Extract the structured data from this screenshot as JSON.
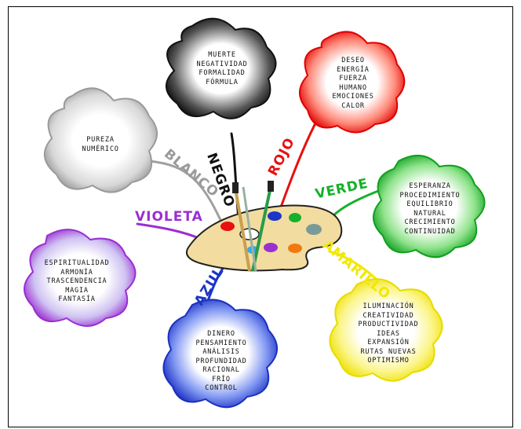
{
  "branches": {
    "negro": {
      "label": "NEGRO",
      "color": "#1a1a1a",
      "items": [
        "MUERTE",
        "NEGATIVIDAD",
        "FORMALIDAD",
        "FÓRMULA"
      ]
    },
    "rojo": {
      "label": "ROJO",
      "color": "#e81010",
      "items": [
        "DESEO",
        "ENERGÍA",
        "FUERZA",
        "HUMANO",
        "EMOCIONES",
        "CALOR"
      ]
    },
    "blanco": {
      "label": "BLANCO",
      "color": "#9a9a9a",
      "items": [
        "PUREZA",
        "NUMÉRICO"
      ]
    },
    "verde": {
      "label": "VERDE",
      "color": "#16b02a",
      "items": [
        "ESPERANZA",
        "PROCEDIMIENTO",
        "EQUILIBRIO",
        "NATURAL",
        "CRECIMIENTO",
        "CONTINUIDAD"
      ]
    },
    "violeta": {
      "label": "VIOLETA",
      "color": "#9b2fd0",
      "items": [
        "ESPIRITUALIDAD",
        "ARMONÍA",
        "TRASCENDENCIA",
        "MAGIA",
        "FANTASÍA"
      ]
    },
    "amarillo": {
      "label": "AMARILLO",
      "color": "#f2e800",
      "items": [
        "ILUMINACIÓN",
        "CREATIVIDAD",
        "PRODUCTIVIDAD",
        "IDEAS",
        "EXPANSIÓN",
        "RUTAS NUEVAS",
        "OPTIMISMO"
      ]
    },
    "azul": {
      "label": "AZUL",
      "color": "#1a35c8",
      "items": [
        "DINERO",
        "PENSAMIENTO",
        "ANÁLISIS",
        "PROFUNDIDAD",
        "RACIONAL",
        "FRÍO",
        "CONTROL"
      ]
    }
  }
}
